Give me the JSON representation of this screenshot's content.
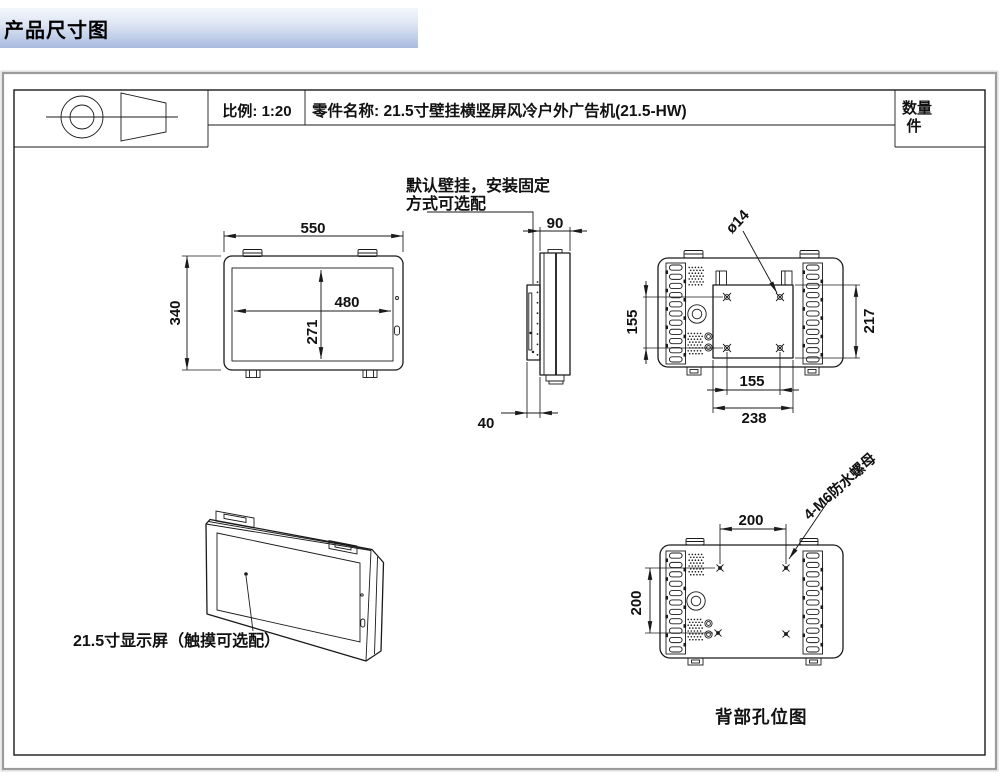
{
  "header": {
    "title": "产品尺寸图"
  },
  "title_block": {
    "scale": "比例: 1:20",
    "part_name": "零件名称: 21.5寸壁挂横竖屏风冷户外广告机(21.5-HW)",
    "qty_label": "数量",
    "qty_unit": "件"
  },
  "dimensions": {
    "front": {
      "width": "550",
      "height": "340",
      "screen_w": "480",
      "screen_h": "271"
    },
    "side": {
      "depth": "90",
      "bracket": "40"
    },
    "rear": {
      "hole_dia": "ø14",
      "hole_gap_v": "155",
      "plate_h": "217",
      "hole_gap_h": "155",
      "plate_w": "238"
    },
    "rear_holes": {
      "gap_h": "200",
      "gap_v": "200"
    }
  },
  "annotations": {
    "mount_note_line1": "默认壁挂，安装固定",
    "mount_note_line2": "方式可选配",
    "screen_label": "21.5寸显示屏（触摸可选配）",
    "nut_label": "4-M6防水螺母",
    "rear_caption": "背部孔位图"
  },
  "colors": {
    "header_gradient_top": "#f4f7fc",
    "header_gradient_bottom": "#a8bade",
    "line": "#1a1a1a",
    "outer_frame": "#9b9b9b",
    "background": "#ffffff"
  }
}
